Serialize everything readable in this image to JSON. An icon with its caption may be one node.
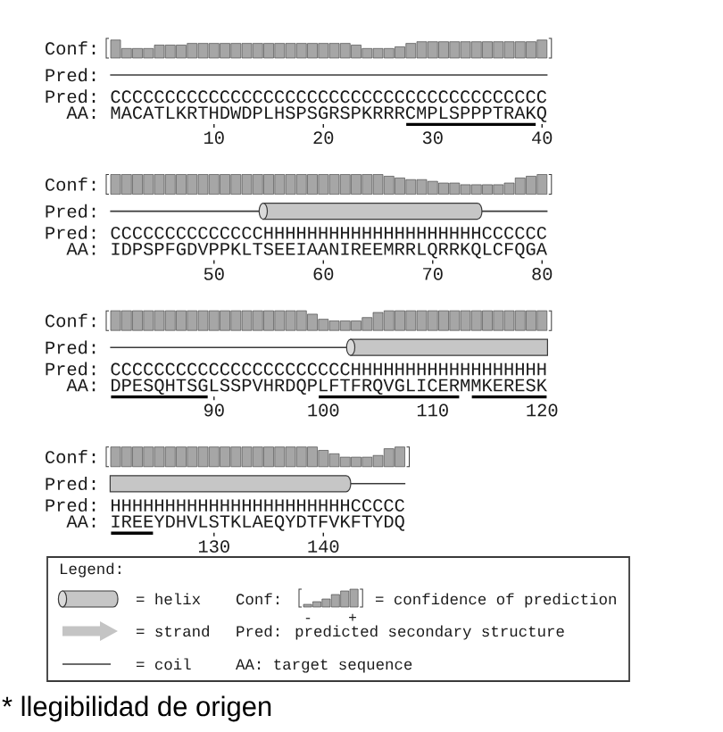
{
  "diagram": {
    "caption": "* llegibilidad de origen",
    "labels": [
      "Conf:",
      "Pred:",
      "Pred:",
      "CCCCCCCCCCCCCCCCCCCCCCCCCCCCCCCCCCCCCCCC",
      "AA:",
      "MACATLKRTHDWDPLHSPSGRSPKRRRCMPLSPPPTRAKQ",
      "10",
      "20",
      "30",
      "40",
      "Conf:",
      "Pred:",
      "Pred:",
      "CCCCCCCCCCCCCCHHHHHHHHHHHHHHHHHHHHCCCCCC",
      "AA:",
      "IDPSPFGDVPPKLTSEEIAANIREEMRRLQRRKQLCFQGA",
      "50",
      "60",
      "70",
      "80",
      "Conf:",
      "Pred:",
      "Pred:",
      "CCCCCCCCCCCCCCCCCCCCCCHHHHHHHHHHHHHHHHHH",
      "AA:",
      "DPESQHTSGLSSPVHRDQPLFTFRQVGLICERMMKERESK",
      "90",
      "100",
      "110",
      "120",
      "Conf:",
      "Pred:",
      "Pred:",
      "HHHHHHHHHHHHHHHHHHHHHHCCCCC",
      "AA:",
      "IREEYDHVLSTKLAEQYDTFVKFTYDQ",
      "130",
      "140",
      "Legend:",
      "Conf:",
      "= confidence of prediction",
      "-",
      "+",
      "Pred: predicted secondary structure",
      "AA: target sequence"
    ],
    "legend": [
      {
        "text": "= helix"
      },
      {
        "text": "= strand"
      },
      {
        "text": "= coil"
      }
    ]
  }
}
